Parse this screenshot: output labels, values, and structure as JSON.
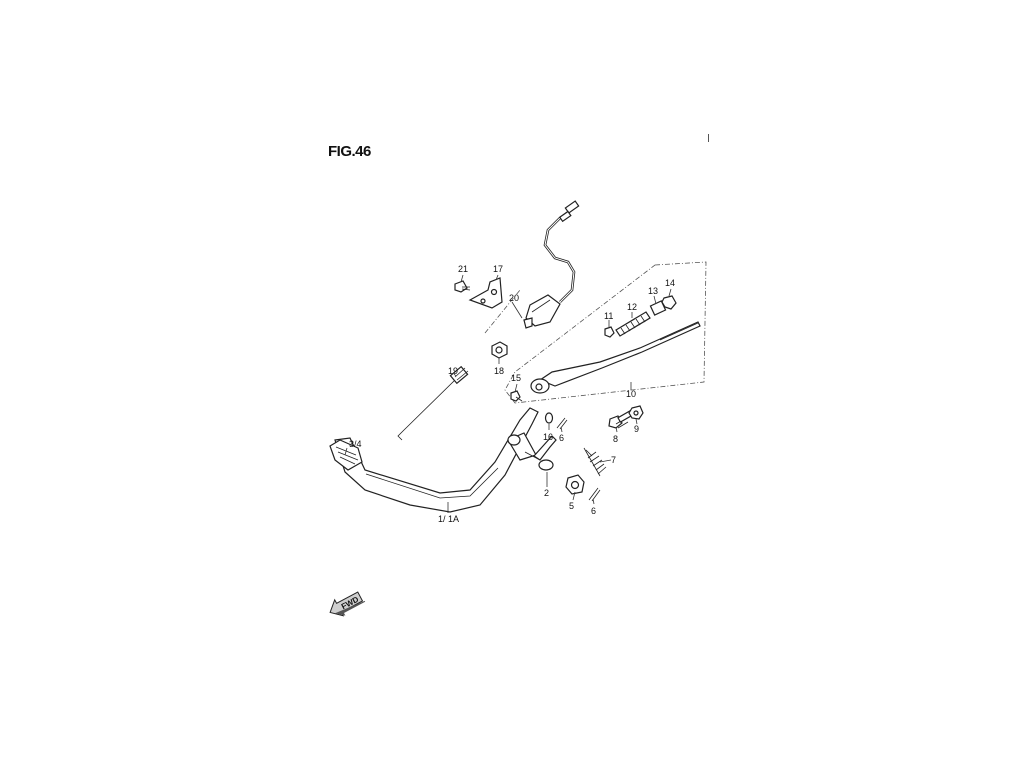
{
  "figure": {
    "title": "FIG.46"
  },
  "arrow": {
    "label": "FWD"
  },
  "callouts": [
    {
      "id": "c1",
      "text": "1/ 1A"
    },
    {
      "id": "c2",
      "text": "2"
    },
    {
      "id": "c34",
      "text": "3/4"
    },
    {
      "id": "c5",
      "text": "5"
    },
    {
      "id": "c6a",
      "text": "6"
    },
    {
      "id": "c6b",
      "text": "6"
    },
    {
      "id": "c7",
      "text": "7"
    },
    {
      "id": "c8",
      "text": "8"
    },
    {
      "id": "c9",
      "text": "9"
    },
    {
      "id": "c10",
      "text": "10"
    },
    {
      "id": "c11",
      "text": "11"
    },
    {
      "id": "c12",
      "text": "12"
    },
    {
      "id": "c13",
      "text": "13"
    },
    {
      "id": "c14",
      "text": "14"
    },
    {
      "id": "c15",
      "text": "15"
    },
    {
      "id": "c16",
      "text": "16"
    },
    {
      "id": "c17",
      "text": "17"
    },
    {
      "id": "c18",
      "text": "18"
    },
    {
      "id": "c19",
      "text": "19"
    },
    {
      "id": "c20",
      "text": "20"
    },
    {
      "id": "c21",
      "text": "21"
    }
  ]
}
